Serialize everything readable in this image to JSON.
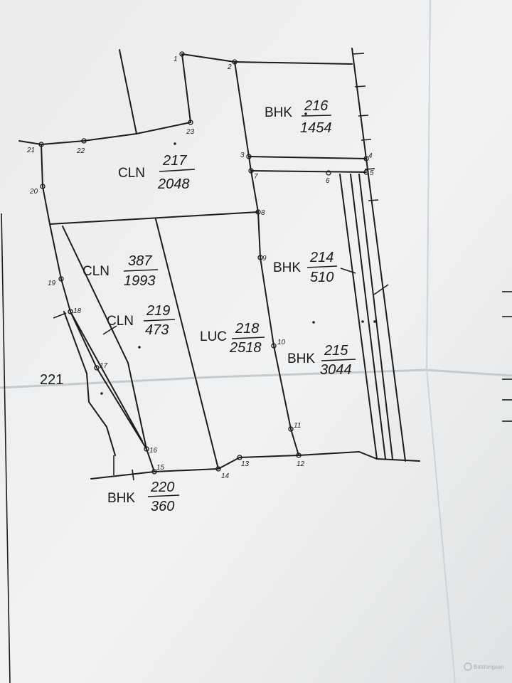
{
  "map": {
    "parcels": [
      {
        "code": "CLN",
        "number": "217",
        "area": "2048"
      },
      {
        "code": "BHK",
        "number": "216",
        "area": "1454"
      },
      {
        "code": "CLN",
        "number": "387",
        "area": "1993"
      },
      {
        "code": "CLN",
        "number": "219",
        "area": "473"
      },
      {
        "code": "LUC",
        "number": "218",
        "area": "2518"
      },
      {
        "code": "BHK",
        "number": "214",
        "area": "510"
      },
      {
        "code": "BHK",
        "number": "215",
        "area": "3044"
      },
      {
        "code": "BHK",
        "number": "220",
        "area": "360"
      }
    ],
    "outside_label": "221",
    "points": [
      "1",
      "2",
      "3",
      "4",
      "5",
      "6",
      "7",
      "8",
      "9",
      "10",
      "11",
      "12",
      "13",
      "14",
      "15",
      "16",
      "17",
      "18",
      "19",
      "20",
      "21",
      "22",
      "23"
    ],
    "watermark": "Batdongsan"
  }
}
